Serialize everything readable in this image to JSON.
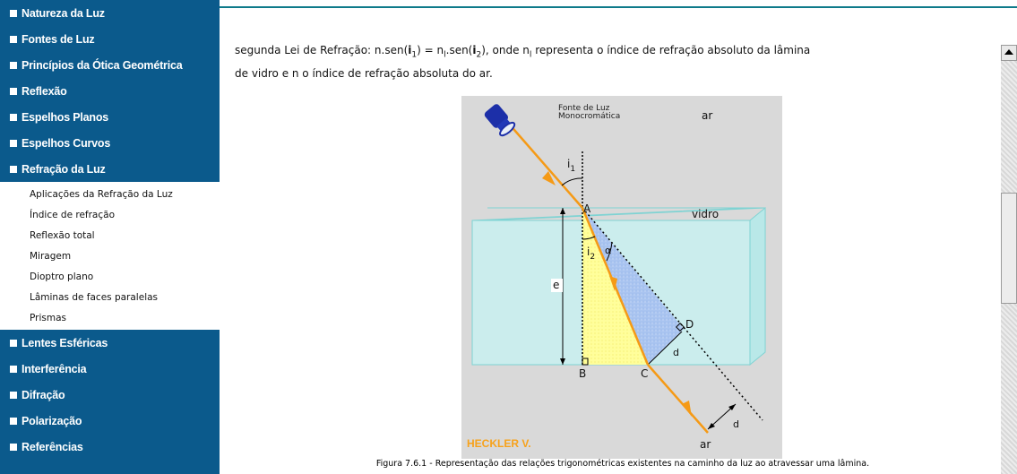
{
  "sidebar": {
    "items_top": [
      {
        "label": "Natureza da Luz"
      },
      {
        "label": "Fontes de Luz"
      },
      {
        "label": "Princípios da Ótica Geométrica"
      },
      {
        "label": "Reflexão"
      },
      {
        "label": "Espelhos Planos"
      },
      {
        "label": "Espelhos Curvos"
      },
      {
        "label": "Refração da Luz"
      }
    ],
    "submenu": [
      {
        "label": "Aplicações da Refração da Luz"
      },
      {
        "label": "Índice de refração"
      },
      {
        "label": "Reflexão total"
      },
      {
        "label": "Miragem"
      },
      {
        "label": "Dioptro plano"
      },
      {
        "label": "Lâminas de faces paralelas"
      },
      {
        "label": "Prismas"
      }
    ],
    "items_bottom": [
      {
        "label": "Lentes Esféricas"
      },
      {
        "label": "Interferência"
      },
      {
        "label": "Difração"
      },
      {
        "label": "Polarização"
      },
      {
        "label": "Referências"
      }
    ]
  },
  "content": {
    "para_1": "segunda Lei de Refração: n.sen(",
    "i": "i",
    "sub_1": "1",
    "para_2": ") = n",
    "sub_l": "l",
    "para_3": ".sen(",
    "sub_2": "2",
    "para_4": "), onde n",
    "para_5": " representa o índice de refração absoluto da lâmina",
    "para_6": "de vidro e n o índice de refração absoluta do ar."
  },
  "figure": {
    "source_label_1": "Fonte de Luz",
    "source_label_2": "Monocromática",
    "ar_top": "ar",
    "vidro": "vidro",
    "i1": "i",
    "i1_sub": "1",
    "i2": "i",
    "i2_sub": "2",
    "alpha": "α",
    "label_A": "A",
    "label_B": "B",
    "label_C": "C",
    "label_D": "D",
    "label_e": "e",
    "label_d1": "d",
    "label_d2": "d",
    "ar_bottom": "ar",
    "author": "HECKLER V.",
    "colors": {
      "background": "#d9d9d9",
      "glass": "#c8f0f0",
      "ray": "#f59a16",
      "triangle_yellow": "#ffff99",
      "triangle_blue": "#a9c4f0",
      "author": "#f7a21b"
    }
  },
  "caption": "Figura 7.6.1 - Representação das relações trigonométricas existentes na caminho da luz ao atravessar uma lâmina."
}
